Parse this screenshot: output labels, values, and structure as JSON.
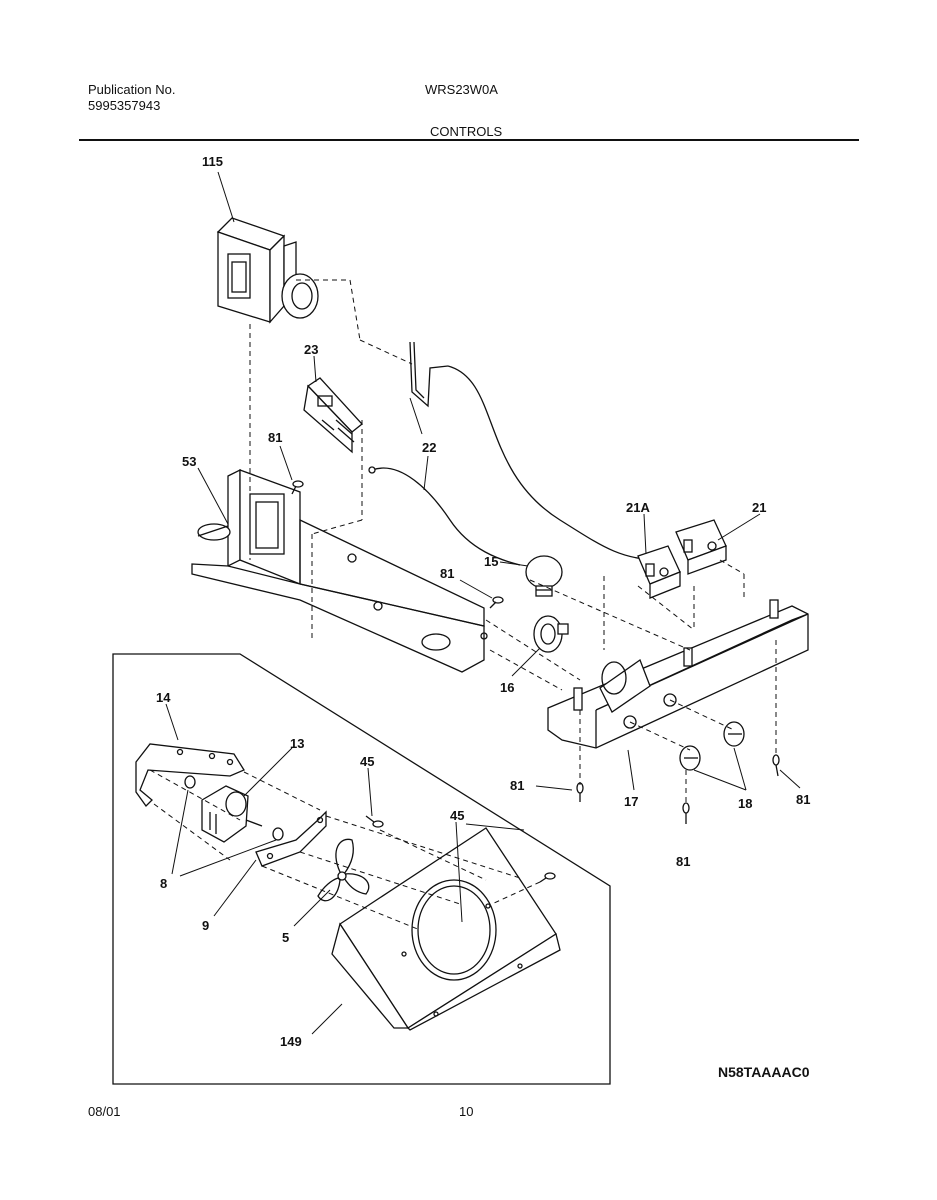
{
  "header": {
    "publication_label": "Publication No.",
    "publication_number": "5995357943",
    "model": "WRS23W0A",
    "section": "CONTROLS"
  },
  "footer": {
    "date": "08/01",
    "page": "10"
  },
  "diagram_code": "N58TAAAAC0",
  "callouts": {
    "c115": "115",
    "c23": "23",
    "c22": "22",
    "c81a": "81",
    "c53": "53",
    "c21A": "21A",
    "c21": "21",
    "c15": "15",
    "c81b": "81",
    "c16": "16",
    "c14": "14",
    "c13": "13",
    "c45a": "45",
    "c45b": "45",
    "c8": "8",
    "c9": "9",
    "c5": "5",
    "c149": "149",
    "c81c": "81",
    "c17": "17",
    "c18": "18",
    "c81d": "81",
    "c81e": "81"
  }
}
